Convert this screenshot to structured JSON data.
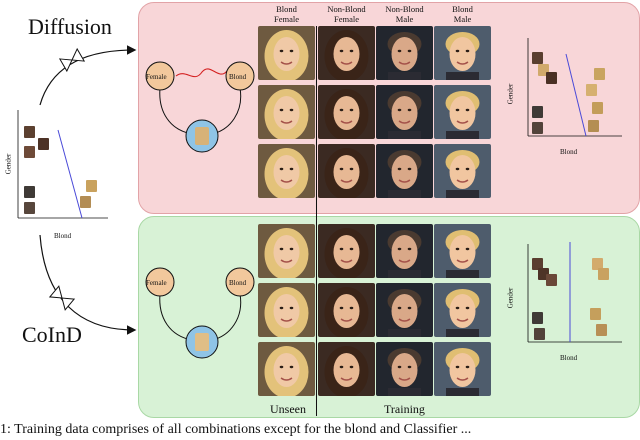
{
  "figure": {
    "titles": {
      "diffusion": "Diffusion",
      "coind": "CoInD"
    },
    "column_headers": [
      {
        "line1": "Blond",
        "line2": "Female"
      },
      {
        "line1": "Non-Blond",
        "line2": "Female"
      },
      {
        "line1": "Non-Blond",
        "line2": "Male"
      },
      {
        "line1": "Blond",
        "line2": "Male"
      }
    ],
    "graph_nodes": {
      "female": "Female",
      "blond": "Blond"
    },
    "axes": {
      "x": "Blond",
      "y": "Gender"
    },
    "section_labels": {
      "unseen": "Unseen",
      "training": "Training"
    },
    "caption": "1: Training data comprises of all combinations except for the blond and Classifier ..."
  },
  "colors": {
    "top_panel": "#f8d6d8",
    "bottom_panel": "#d8f2d6",
    "node_orange": "#f2c89c",
    "node_blue": "#8fc4e6",
    "boundary_line": "#4a4ad8",
    "wavy_edge": "#d42020"
  },
  "face_grid": {
    "rows": [
      [
        "blond-female",
        "nonblond-female",
        "nonblond-male",
        "blond-male"
      ],
      [
        "blond-female",
        "nonblond-female",
        "nonblond-male",
        "blond-male"
      ],
      [
        "blond-female",
        "nonblond-female",
        "nonblond-male",
        "blond-male"
      ]
    ]
  }
}
